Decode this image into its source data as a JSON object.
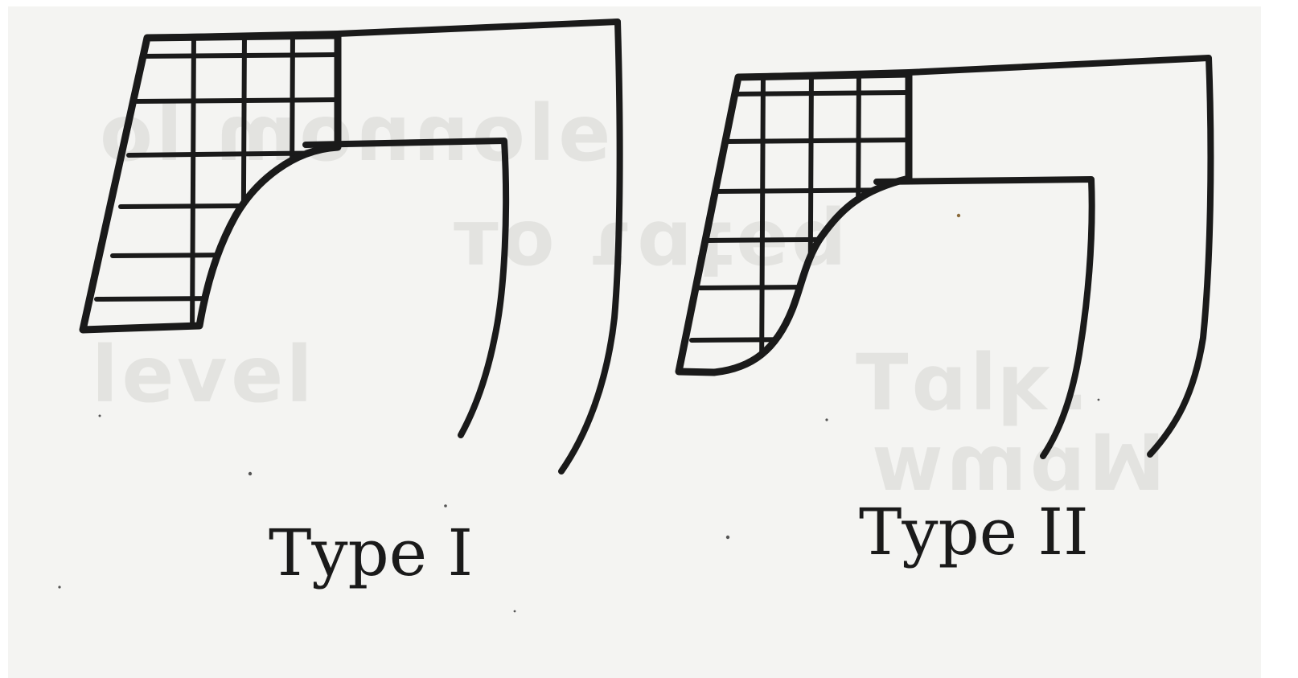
{
  "figures": [
    {
      "id": "type-1",
      "caption": "Type I"
    },
    {
      "id": "type-2",
      "caption": "Type II"
    }
  ],
  "colors": {
    "paper": "#f4f4f2",
    "ink": "#1a1a1a",
    "bleed_through": "#e3e3e0"
  }
}
